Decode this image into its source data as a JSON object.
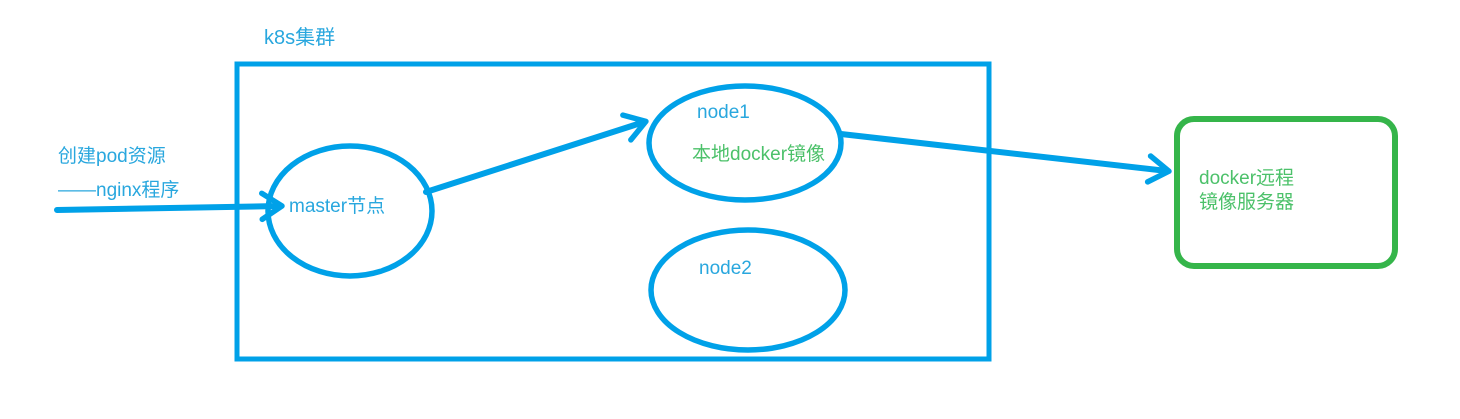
{
  "diagram": {
    "cluster": {
      "label": "k8s集群",
      "nodes": {
        "master": {
          "label": "master节点"
        },
        "node1": {
          "label": "node1",
          "sublabel": "本地docker镜像"
        },
        "node2": {
          "label": "node2"
        }
      }
    },
    "left_note": {
      "line1": "创建pod资源",
      "line2": "——nginx程序"
    },
    "registry": {
      "line1": "docker远程",
      "line2": "镜像服务器"
    },
    "colors": {
      "blue": "#00a1e8",
      "blue_text": "#29a7de",
      "green": "#35b54a",
      "green_text": "#4cc16a"
    }
  }
}
